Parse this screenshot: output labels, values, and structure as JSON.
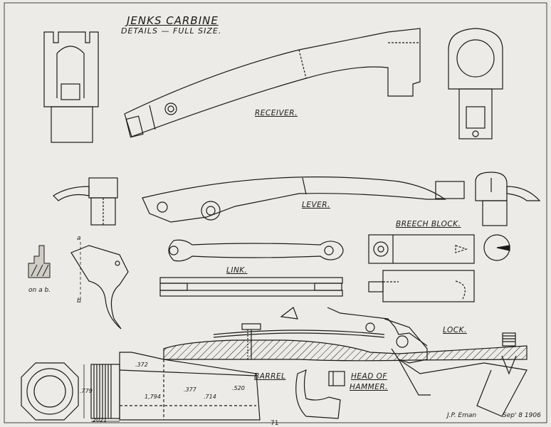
{
  "title": "JENKS CARBINE",
  "subtitle": "DETAILS — FULL SIZE.",
  "labels": {
    "receiver": "RECEIVER.",
    "lever": "LEVER.",
    "breech_block": "BREECH BLOCK.",
    "link": "LINK.",
    "lock": "LOCK.",
    "barrel": "BARREL",
    "head_of_hammer_1": "HEAD OF",
    "head_of_hammer_2": "HAMMER.",
    "section_ab": "on a b.",
    "point_a": "a",
    "point_b": "b"
  },
  "dimensions": {
    "d372": ".372",
    "d1794": "1,794",
    "d377": ".377",
    "d714": ".714",
    "d520": ".520",
    "d779": ".779",
    "d2021": "2021"
  },
  "signature": "J.P. Eman",
  "date": "Sep' 8 1906",
  "page_number": "71"
}
